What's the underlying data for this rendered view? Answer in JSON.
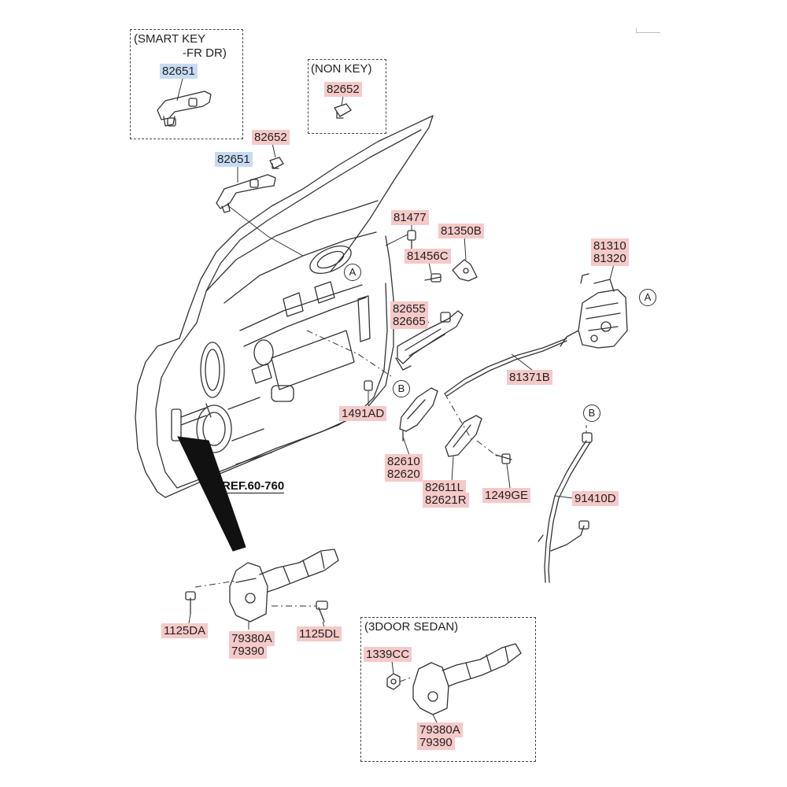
{
  "boxes": {
    "smart_key_title_line1": "(SMART KEY",
    "smart_key_title_line2": "-FR DR)",
    "non_key_title": "(NON KEY)",
    "three_door_title": "(3DOOR SEDAN)"
  },
  "reference": "REF.60-760",
  "circle_markers": {
    "a_door": "A",
    "a_latch": "A",
    "b_handle": "B",
    "b_cable": "B"
  },
  "part_labels": {
    "p82651_smart": "82651",
    "p82652_nonkey": "82652",
    "p82652": "82652",
    "p82651": "82651",
    "p81477": "81477",
    "p81350b": "81350B",
    "p81456c": "81456C",
    "p81310": "81310",
    "p81320": "81320",
    "p82655": "82655",
    "p82665": "82665",
    "p81371b": "81371B",
    "p1491ad": "1491AD",
    "p82610": "82610",
    "p82620": "82620",
    "p82611l": "82611L",
    "p82621r": "82621R",
    "p1249ge": "1249GE",
    "p91410d": "91410D",
    "p1125da": "1125DA",
    "p79380a": "79380A",
    "p79390": "79390",
    "p1125dl": "1125DL",
    "p1339cc": "1339CC",
    "p79380a_3dr": "79380A",
    "p79390_3dr": "79390"
  },
  "colors": {
    "part_label_bg": "#f6c9c9",
    "part_label_highlight_bg": "#c7dcf3",
    "line": "#333333"
  }
}
